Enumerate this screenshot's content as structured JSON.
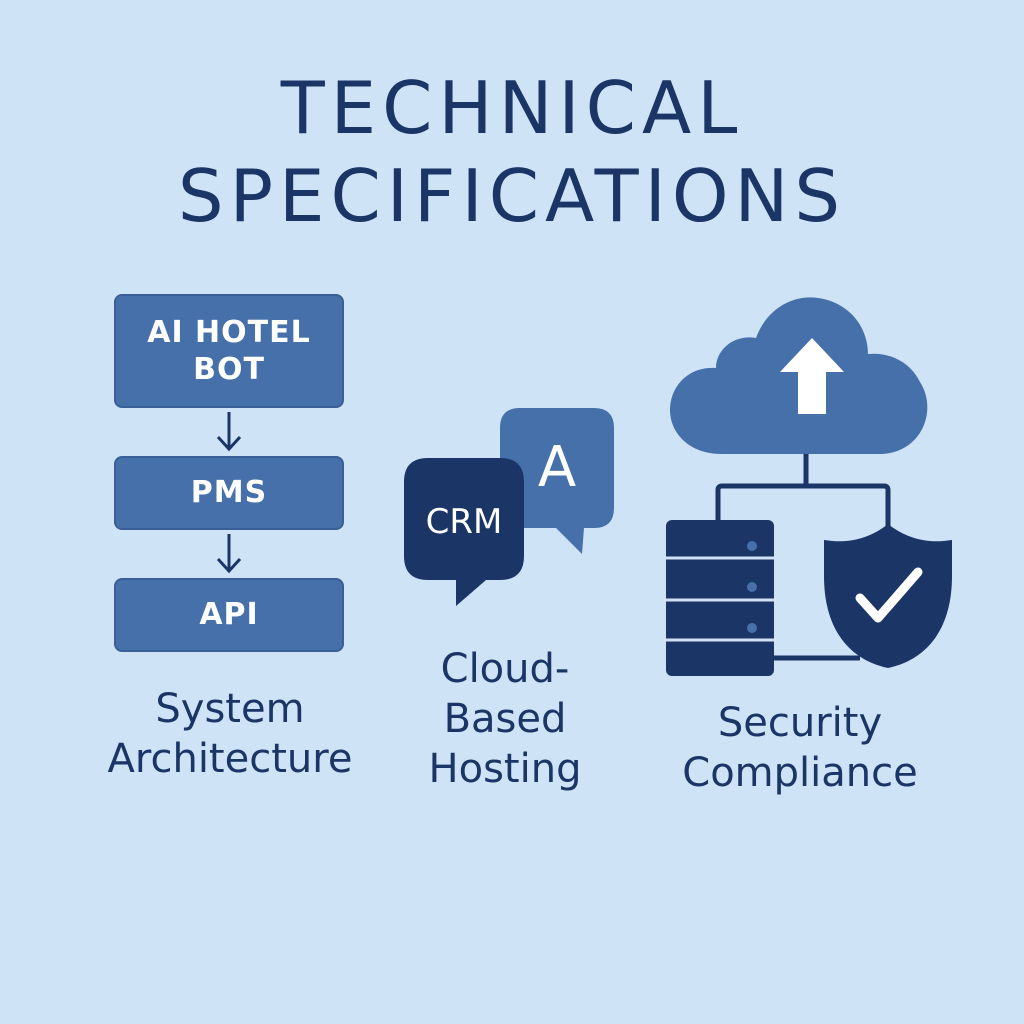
{
  "header": {
    "title_line_1": "TECHNICAL",
    "title_line_2": "SPECIFICATIONS"
  },
  "architecture": {
    "boxes": [
      "AI HOTEL BOT",
      "PMS",
      "API"
    ],
    "caption_line_1": "System",
    "caption_line_2": "Architecture"
  },
  "hosting": {
    "bubble_front_label": "CRM",
    "bubble_back_label": "A",
    "caption_line_1": "Cloud-",
    "caption_line_2": "Based",
    "caption_line_3": "Hosting"
  },
  "security": {
    "caption_line_1": "Security",
    "caption_line_2": "Compliance"
  },
  "colors": {
    "background": "#cfe3f7",
    "navy": "#1b3566",
    "medium_blue": "#4670aa",
    "white": "#ffffff"
  },
  "icons": [
    "arrow-down-icon",
    "chat-bubble-icon",
    "cloud-upload-icon",
    "server-icon",
    "shield-check-icon"
  ]
}
